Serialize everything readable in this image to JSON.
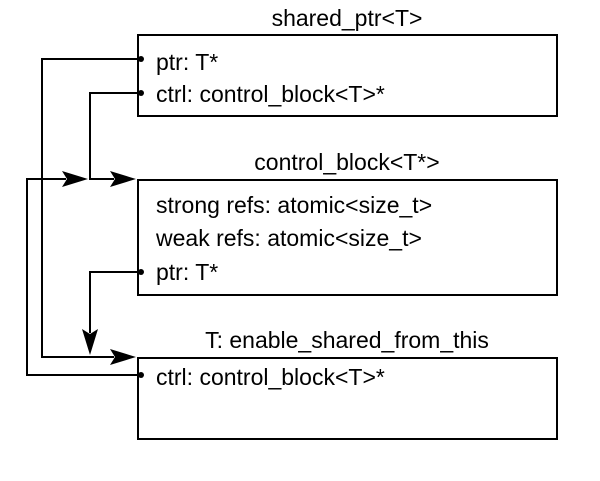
{
  "diagram": {
    "boxes": [
      {
        "id": "shared-ptr",
        "title": "shared_ptr<T>",
        "fields": [
          "ptr: T*",
          "ctrl: control_block<T>*"
        ]
      },
      {
        "id": "control-block",
        "title": "control_block<T*>",
        "fields": [
          "strong refs: atomic<size_t>",
          "weak refs: atomic<size_t>",
          "ptr: T*"
        ]
      },
      {
        "id": "object",
        "title": "T: enable_shared_from_this",
        "fields": [
          "ctrl: control_block<T>*"
        ]
      }
    ]
  }
}
